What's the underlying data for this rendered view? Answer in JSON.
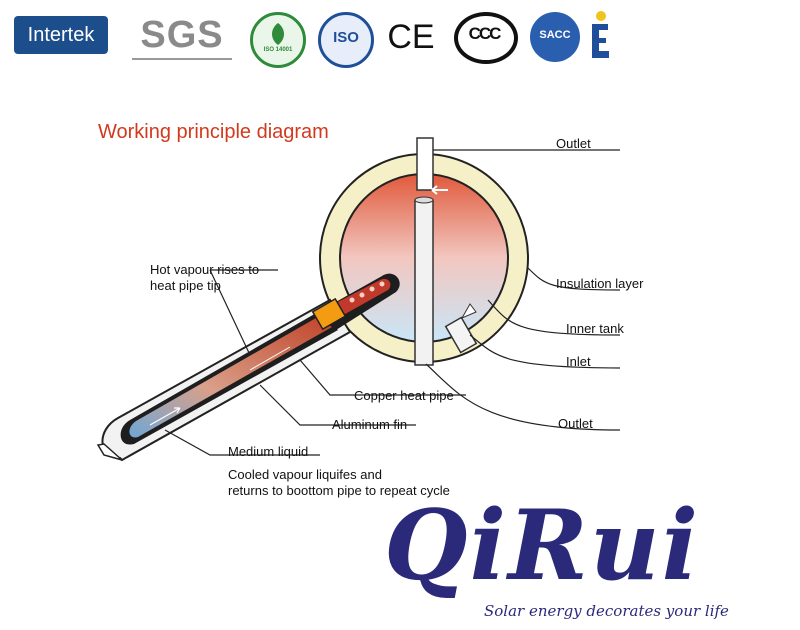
{
  "logos": {
    "intertek": "Intertek",
    "sgs": "SGS",
    "iso14001_text": "ISO 14001",
    "iso": "ISO",
    "ce": "CE",
    "ccc": "CCC",
    "sacc": "SACC"
  },
  "diagram": {
    "title": "Working principle diagram",
    "labels": {
      "outlet_top": "Outlet",
      "insulation_layer": "Insulation layer",
      "inner_tank": "Inner tank",
      "inlet": "Inlet",
      "outlet_bottom": "Outlet",
      "hot_vapour": "Hot vapour rises to\nheat pipe tip",
      "copper_heat_pipe": "Copper heat pipe",
      "aluminum_fin": "Aluminum fin",
      "medium_liquid": "Medium liquid",
      "cooled_vapour": "Cooled vapour liquifes and\nreturns to boottom pipe to repeat cycle"
    }
  },
  "brand": {
    "name": "QiRui",
    "slogan": "Solar energy decorates your life"
  },
  "colors": {
    "title_red": "#d23a1e",
    "brand_navy": "#2b2a7a",
    "insulation": "#f6f0c8",
    "tank_hot": "#e0593b",
    "tank_cold": "#c9e6f7"
  }
}
